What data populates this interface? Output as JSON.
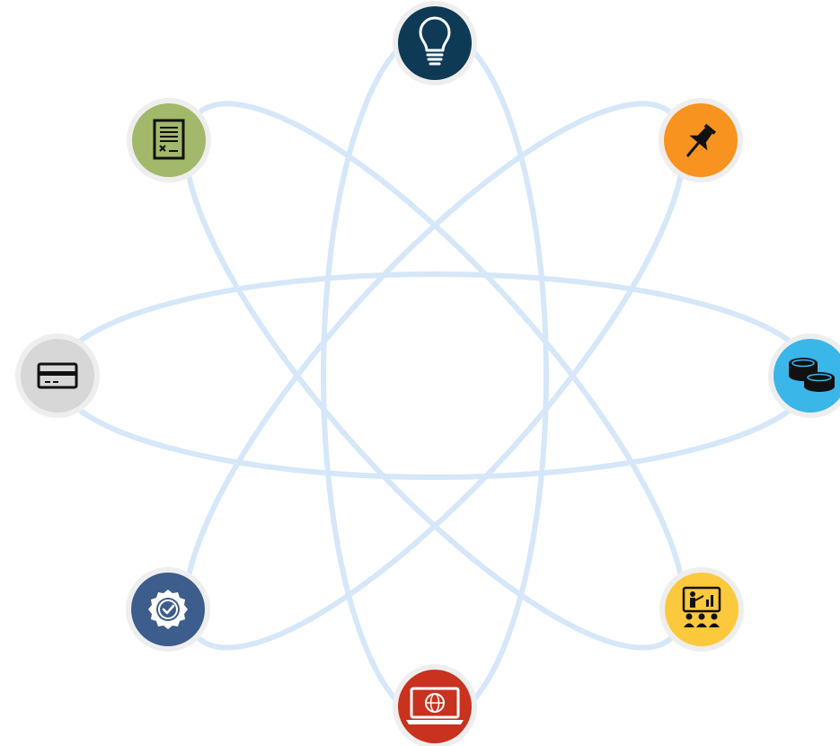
{
  "colors": {
    "orbit": "#d5e7f8",
    "node_ring": "#efeeee"
  },
  "nodes": [
    {
      "id": "top",
      "icon": "lightbulb-icon",
      "fill": "#0e3a56"
    },
    {
      "id": "top-right",
      "icon": "pushpin-icon",
      "fill": "#f7931e"
    },
    {
      "id": "right",
      "icon": "coins-icon",
      "fill": "#3ab6e8"
    },
    {
      "id": "bottom-right",
      "icon": "presentation-audience-icon",
      "fill": "#fcc83c"
    },
    {
      "id": "bottom",
      "icon": "laptop-globe-icon",
      "fill": "#c8321f"
    },
    {
      "id": "bottom-left",
      "icon": "certificate-badge-icon",
      "fill": "#3d5d8c"
    },
    {
      "id": "left",
      "icon": "credit-card-icon",
      "fill": "#d7d7d7"
    },
    {
      "id": "top-left",
      "icon": "document-icon",
      "fill": "#a2b86b"
    }
  ]
}
